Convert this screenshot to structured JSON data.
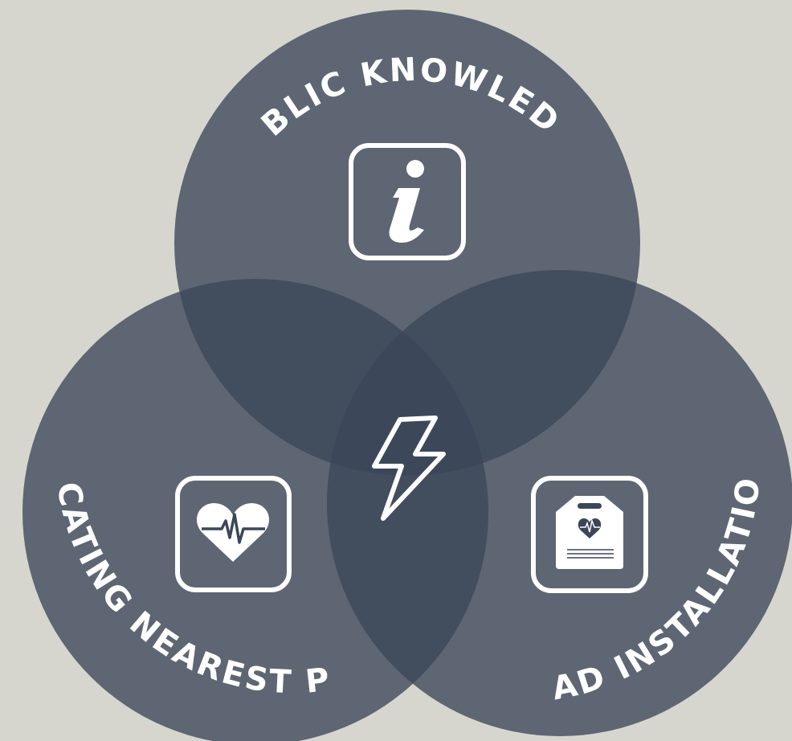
{
  "colors": {
    "background": "#d6d6ce",
    "circle_fill": "#3b4659",
    "circle_opacity": 0.78,
    "foreground": "#ffffff"
  },
  "circles": [
    {
      "id": "public-knowledge",
      "label": "PUBLIC KNOWLEDGE",
      "icon": "info-icon"
    },
    {
      "id": "locating-nearest-pad",
      "label": "LOCATING NEAREST PAD",
      "icon": "heart-pulse-icon"
    },
    {
      "id": "pad-installation",
      "label": "PAD INSTALLATION",
      "icon": "defibrillator-icon"
    }
  ],
  "center": {
    "icon": "lightning-bolt-icon"
  }
}
